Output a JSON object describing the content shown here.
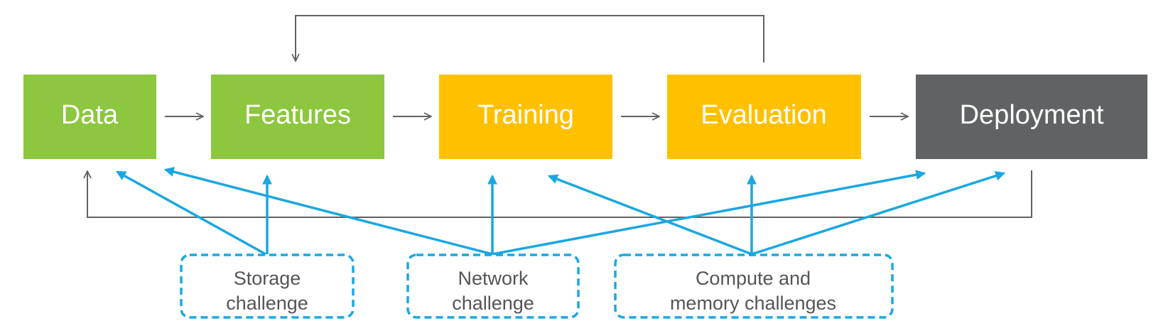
{
  "colors": {
    "green": "#8dc63f",
    "amber": "#ffc000",
    "dark_gray": "#616263",
    "flow_arrow": "#616263",
    "challenge_blue": "#1aa7e0",
    "challenge_text": "#555555",
    "stage_text": "#ffffff"
  },
  "stages": [
    {
      "id": "data",
      "label": "Data",
      "color": "green"
    },
    {
      "id": "features",
      "label": "Features",
      "color": "green"
    },
    {
      "id": "training",
      "label": "Training",
      "color": "amber"
    },
    {
      "id": "evaluation",
      "label": "Evaluation",
      "color": "amber"
    },
    {
      "id": "deployment",
      "label": "Deployment",
      "color": "dark_gray"
    }
  ],
  "challenges": [
    {
      "id": "storage",
      "lines": [
        "Storage",
        "challenge"
      ],
      "affects": [
        "data",
        "features"
      ]
    },
    {
      "id": "network",
      "lines": [
        "Network",
        "challenge"
      ],
      "affects": [
        "data",
        "training",
        "deployment"
      ]
    },
    {
      "id": "compute",
      "lines": [
        "Compute and",
        "memory challenges"
      ],
      "affects": [
        "training",
        "evaluation",
        "deployment"
      ]
    }
  ],
  "feedback_loops": [
    {
      "from": "evaluation",
      "to": "features"
    },
    {
      "from": "deployment",
      "to": "data"
    }
  ]
}
